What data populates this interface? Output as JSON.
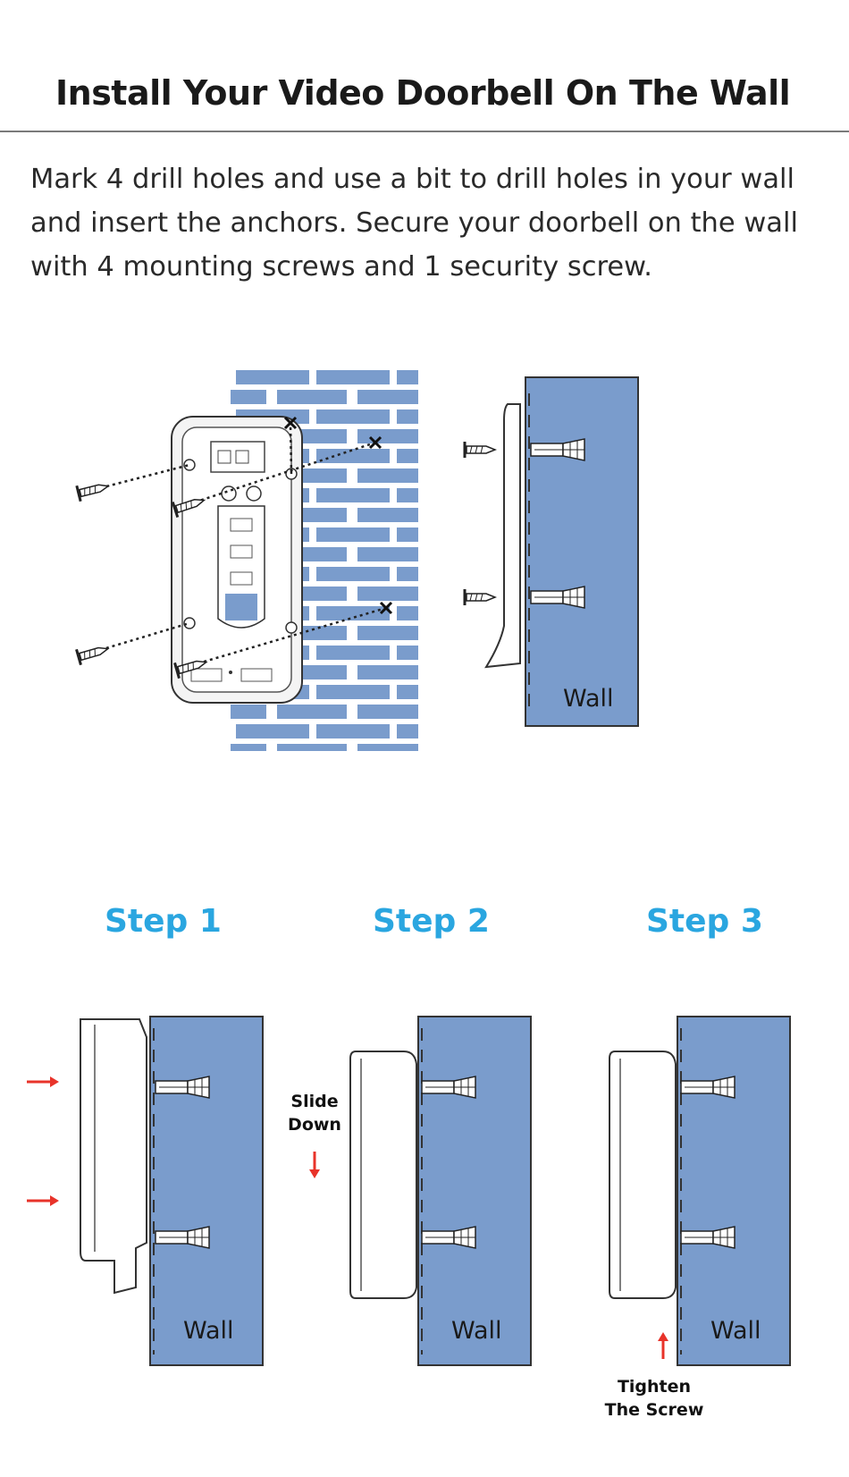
{
  "title": "Install Your Video Doorbell On The Wall",
  "description": [
    "Mark 4 drill holes and use a bit to drill holes in your wall",
    "and insert the anchors. Secure your doorbell on the wall",
    "with 4 mounting screws and 1 security screw."
  ],
  "side_view": {
    "wall_label": "Wall"
  },
  "steps": [
    {
      "label": "Step  1",
      "wall_label": "Wall"
    },
    {
      "label": "Step  2",
      "wall_label": "Wall",
      "note_line1": "Slide",
      "note_line2": "Down"
    },
    {
      "label": "Step  3",
      "wall_label": "Wall",
      "note_line1": "Tighten",
      "note_line2": "The Screw"
    }
  ],
  "colors": {
    "wall_blue": "#7a9ccc",
    "step_blue": "#2aa6e0",
    "arrow_red": "#e8332a"
  }
}
